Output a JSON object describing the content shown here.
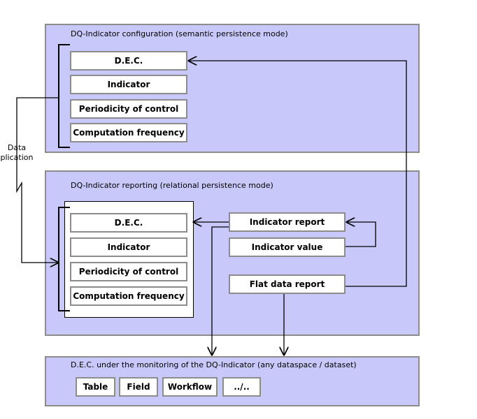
{
  "config_panel": {
    "title": "DQ-Indicator configuration (semantic persistence mode)",
    "items": [
      "D.E.C.",
      "Indicator",
      "Periodicity of control",
      "Computation frequency"
    ]
  },
  "reporting_panel": {
    "title": "DQ-Indicator reporting (relational persistence mode)",
    "items": [
      "D.E.C.",
      "Indicator",
      "Periodicity of control",
      "Computation frequency"
    ],
    "indicator_report": "Indicator report",
    "indicator_value": "Indicator value",
    "flat_data_report": "Flat data report"
  },
  "monitoring_panel": {
    "title": "D.E.C. under the monitoring of the DQ-Indicator (any dataspace / dataset)",
    "items": [
      "Table",
      "Field",
      "Workflow",
      "../.."
    ]
  },
  "side_label": {
    "line1": "Data",
    "line2": "plication"
  }
}
